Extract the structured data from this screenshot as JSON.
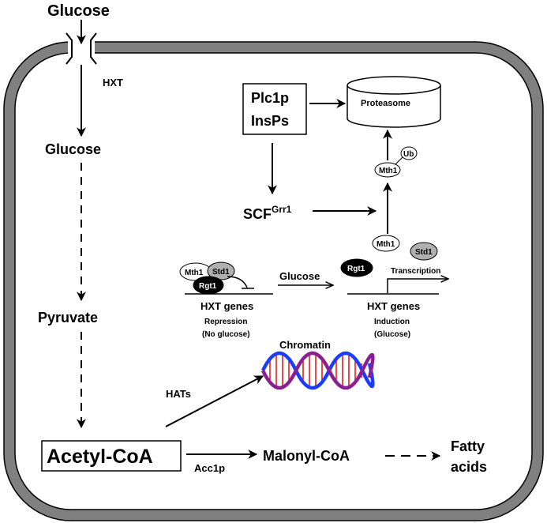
{
  "labels": {
    "glucose_outside": "Glucose",
    "hxt_transporter": "HXT",
    "glucose_inside": "Glucose",
    "pyruvate": "Pyruvate",
    "acetyl_coa": "Acetyl-CoA",
    "acc1p": "Acc1p",
    "malonyl_coa": "Malonyl-CoA",
    "fatty_acids_line1": "Fatty",
    "fatty_acids_line2": "acids",
    "hats": "HATs",
    "chromatin": "Chromatin",
    "plc1p": "Plc1p",
    "insps": "InsPs",
    "proteasome": "Proteasome",
    "scf_base": "SCF",
    "scf_superscript": "Grr1",
    "mth1": "Mth1",
    "std1": "Std1",
    "rgt1": "Rgt1",
    "ub": "Ub",
    "glucose_signal": "Glucose",
    "transcription": "Transcription",
    "hxt_genes_left": "HXT genes",
    "repression": "Repression",
    "no_glucose": "(No glucose)",
    "hxt_genes_right": "HXT genes",
    "induction": "Induction",
    "glucose_paren": "(Glucose)"
  },
  "colors": {
    "cell_wall": "#808080",
    "dna_strand_blue": "#1a3cff",
    "dna_strand_purple": "#8a2090",
    "dna_rung_red": "#e02020",
    "std1_fill": "#b0b0b0",
    "rgt1_fill": "#000000"
  }
}
